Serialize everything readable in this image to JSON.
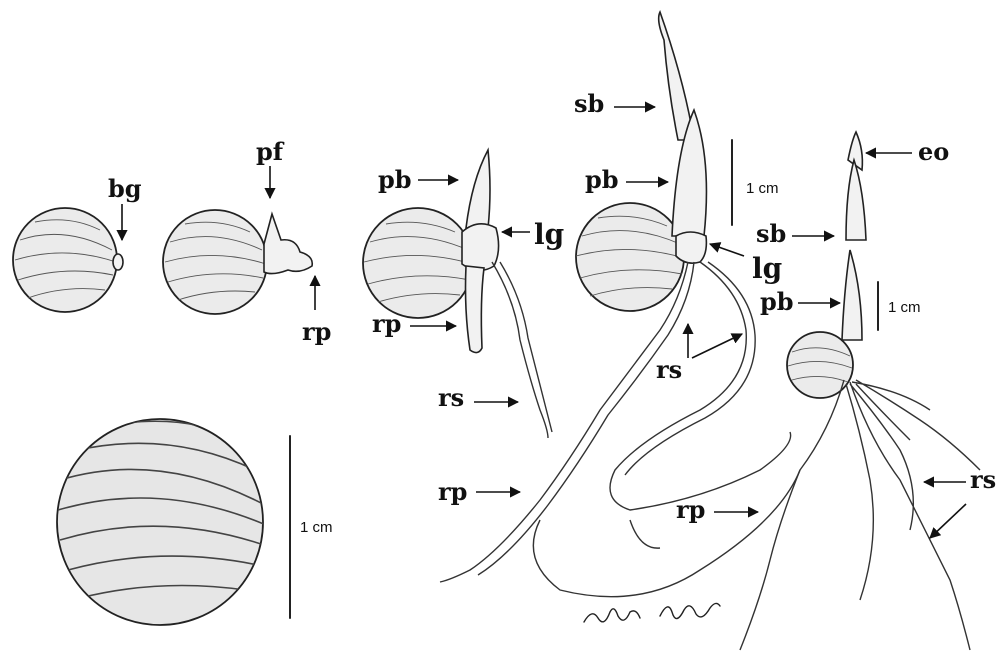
{
  "labels": {
    "bg": "bg",
    "pf": "pf",
    "rp": "rp",
    "pb": "pb",
    "lg": "lg",
    "rs": "rs",
    "sb": "sb",
    "eo": "eo"
  },
  "scale_bars": {
    "seed": "1 cm",
    "stage4": "1 cm",
    "stage5": "1 cm"
  },
  "colors": {
    "ink": "#222222",
    "background": "#ffffff",
    "seed_fill": "#ebebeb"
  },
  "icons": {
    "signature": "artist-signature-handwritten"
  }
}
